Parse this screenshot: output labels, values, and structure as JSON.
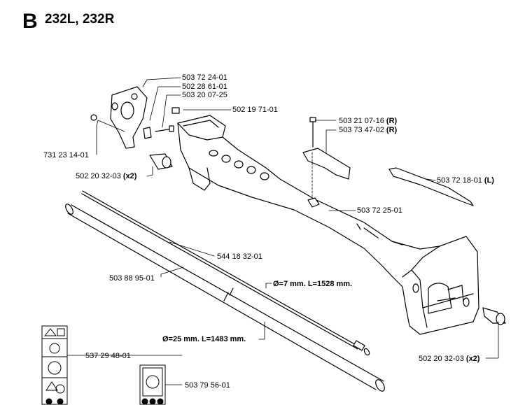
{
  "header": {
    "section": "B",
    "models": "232L, 232R"
  },
  "parts": {
    "p1": "503 72 24-01",
    "p2": "502 28 61-01",
    "p3": "503 20 07-25",
    "p4": "502 19 71-01",
    "p5": "503 21 07-16",
    "p5_suffix": "(R)",
    "p6": "503 73 47-02",
    "p6_suffix": "(R)",
    "p7": "731 23 14-01",
    "p8": "502 20 32-03",
    "p8_suffix": "(x2)",
    "p9": "503 72 18-01",
    "p9_suffix": "(L)",
    "p10": "503 72 25-01",
    "p11": "544 18 32-01",
    "p12": "503 88 95-01",
    "p13": "537 29 48-01",
    "p14": "503 79 56-01",
    "p15": "502 20 32-03",
    "p15_suffix": "(x2)"
  },
  "dims": {
    "shaft": "Ø=7 mm. L=1528 mm.",
    "tube": "Ø=25 mm. L=1483 mm."
  }
}
